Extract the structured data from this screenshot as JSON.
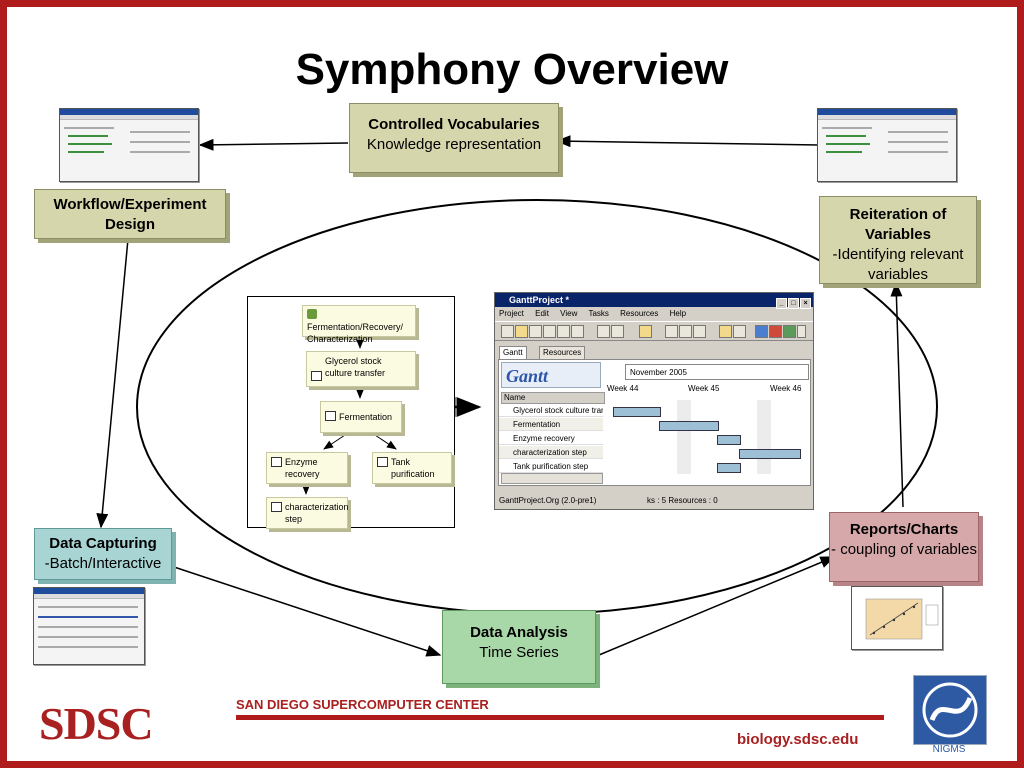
{
  "title": "Symphony Overview",
  "boxes": {
    "vocab": {
      "bold": "Controlled Vocabularies",
      "text": "Knowledge representation"
    },
    "workflow": {
      "bold": "Workflow/Experiment Design"
    },
    "reiteration": {
      "bold": "Reiteration of Variables",
      "text": "-Identifying relevant variables"
    },
    "capture": {
      "bold": "Data Capturing",
      "text": "-Batch/Interactive"
    },
    "analysis": {
      "bold": "Data Analysis",
      "text": "Time Series"
    },
    "reports": {
      "bold": "Reports/Charts",
      "text": "- coupling of variables"
    }
  },
  "flow": {
    "n1": "Fermentation/Recovery/ Characterization",
    "n2": "Glycerol stock culture transfer",
    "n3": "Fermentation",
    "n4": "Enzyme recovery",
    "n5": "Tank purification",
    "n6": "characterization step"
  },
  "gantt": {
    "title": "GanttProject *",
    "menu": [
      "Project",
      "Edit",
      "View",
      "Tasks",
      "Resources",
      "Help"
    ],
    "tabs": [
      "Gantt",
      "Resources"
    ],
    "logo": "Gantt",
    "month": "November 2005",
    "weeks": [
      "Week 44",
      "Week 45",
      "Week 46"
    ],
    "name_header": "Name",
    "tasks": [
      "Glycerol stock culture transfer",
      "Fermentation",
      "Enzyme recovery",
      "characterization step",
      "Tank purification step"
    ],
    "status_left": "GanttProject.Org (2.0-pre1)",
    "status_right": "ks : 5  Resources : 0"
  },
  "footer": {
    "logo": "SDSC",
    "center": "SAN DIEGO SUPERCOMPUTER CENTER",
    "url": "biology.sdsc.edu",
    "nigms": "NIGMS"
  },
  "colors": {
    "frame": "#b01c1c",
    "olive_box": "#d6d6ad",
    "teal_box": "#a8d4d3",
    "green_box": "#a9d8a8",
    "pink_box": "#d7a8aa"
  }
}
